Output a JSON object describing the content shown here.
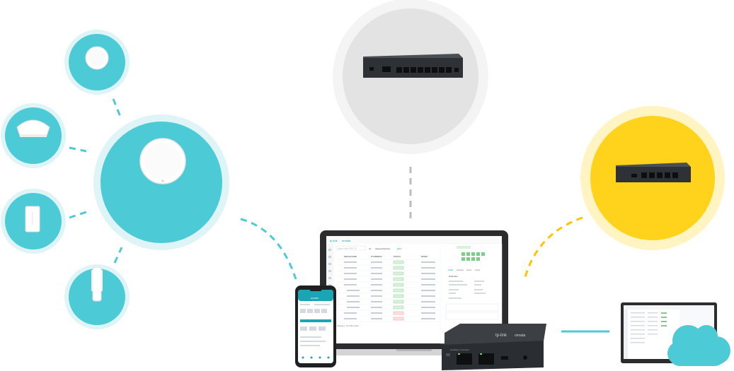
{
  "brand": {
    "name": "tp-link",
    "product": "omada"
  },
  "laptop_screen": {
    "search_placeholder": "Search name, MAC, IP",
    "column_headers": [
      "DEVICE NAME",
      "IP ADDRESS",
      "STATUS",
      "MODEL"
    ],
    "filter_chips": [
      "All",
      "Gateway/Switches",
      "EAPs"
    ],
    "footer_text": "Showing 1 - 10 of 50 records",
    "detail_tabs": [
      "Details",
      "Networks",
      "Clients",
      "Config"
    ],
    "detail_title": "Overview"
  },
  "phone_screen": {
    "title": "EAP660"
  },
  "controller": {
    "brand": "tp-link",
    "product": "omada",
    "model_label": "Hardware Controller"
  },
  "colors": {
    "access_point_circle": "#4ccad6",
    "access_point_halo": "#dff4f6",
    "switch_circle": "#e3e3e3",
    "switch_halo": "#f4f4f4",
    "gateway_circle": "#ffd21c",
    "gateway_halo": "#fff4c2",
    "cloud": "#4ccad6",
    "dash_teal": "#4ccad6",
    "dash_yellow": "#ffc400",
    "dash_gray": "#bdbdbd",
    "device_dark": "#2a2d32",
    "screen_accent": "#1aa5b5"
  },
  "icons": [
    "ceiling-ap-icon",
    "wall-ap-icon",
    "outdoor-ap-icon",
    "switch-icon",
    "gateway-icon",
    "cloud-icon"
  ]
}
